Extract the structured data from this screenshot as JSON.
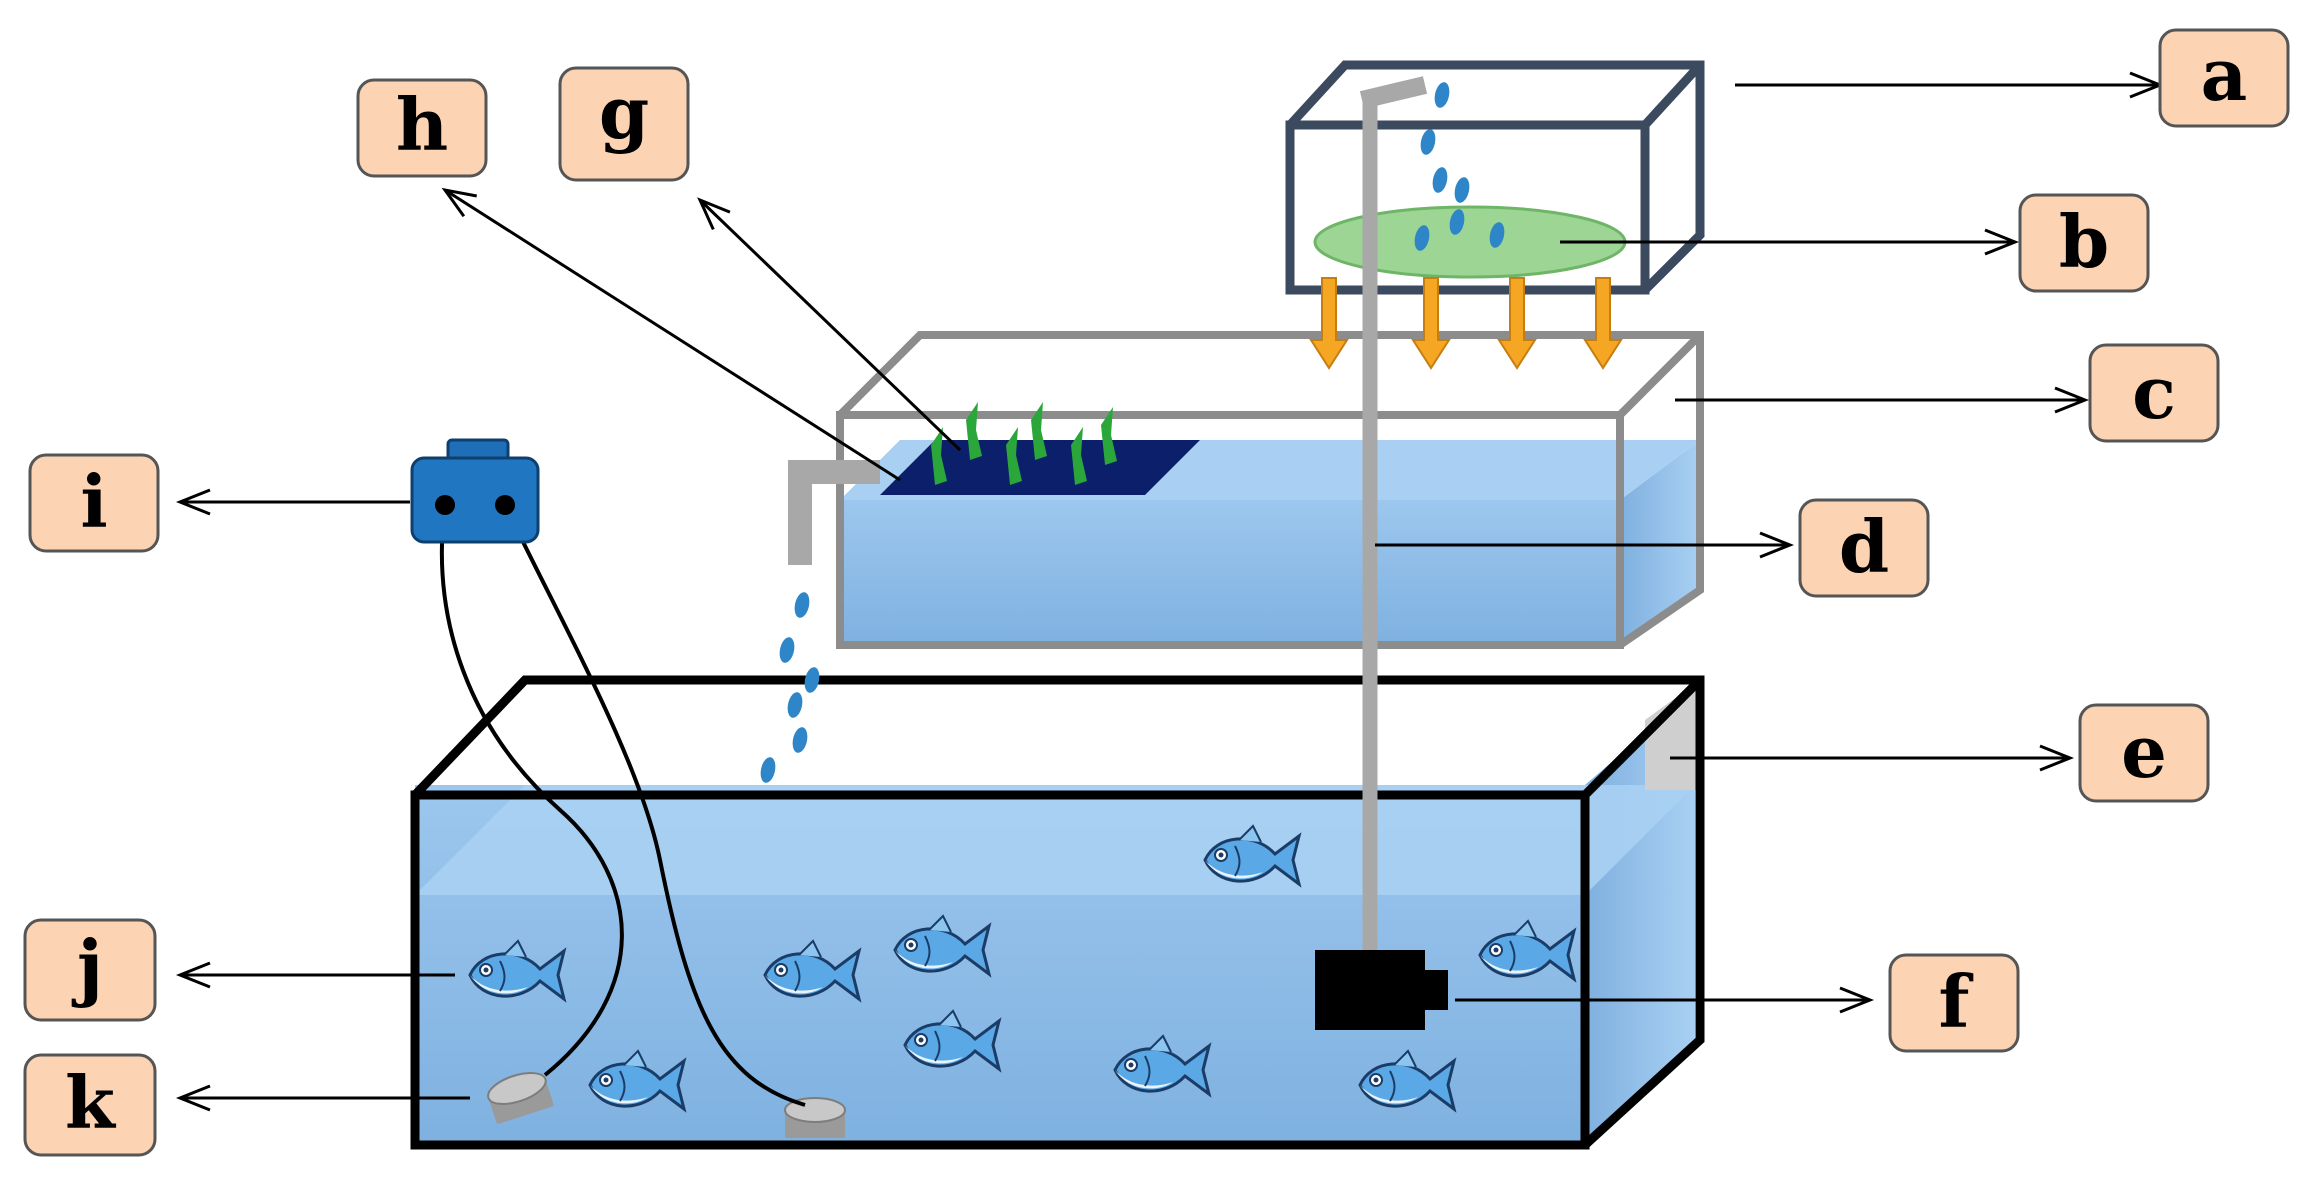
{
  "labels": {
    "a": "a",
    "b": "b",
    "c": "c",
    "d": "d",
    "e": "e",
    "f": "f",
    "g": "g",
    "h": "h",
    "i": "i",
    "j": "j",
    "k": "k"
  },
  "colors": {
    "label_fill": "#fcd3b3",
    "water": "#8fbce6",
    "water_light": "#b9d8f1",
    "plant": "#2aa63a",
    "raft": "#0b1f6b",
    "drop": "#2e86c8",
    "filter_disc": "#93d18a",
    "flow_arrow": "#f5a623",
    "pipe": "#a8a8a8",
    "sensor": "#2176c2"
  }
}
